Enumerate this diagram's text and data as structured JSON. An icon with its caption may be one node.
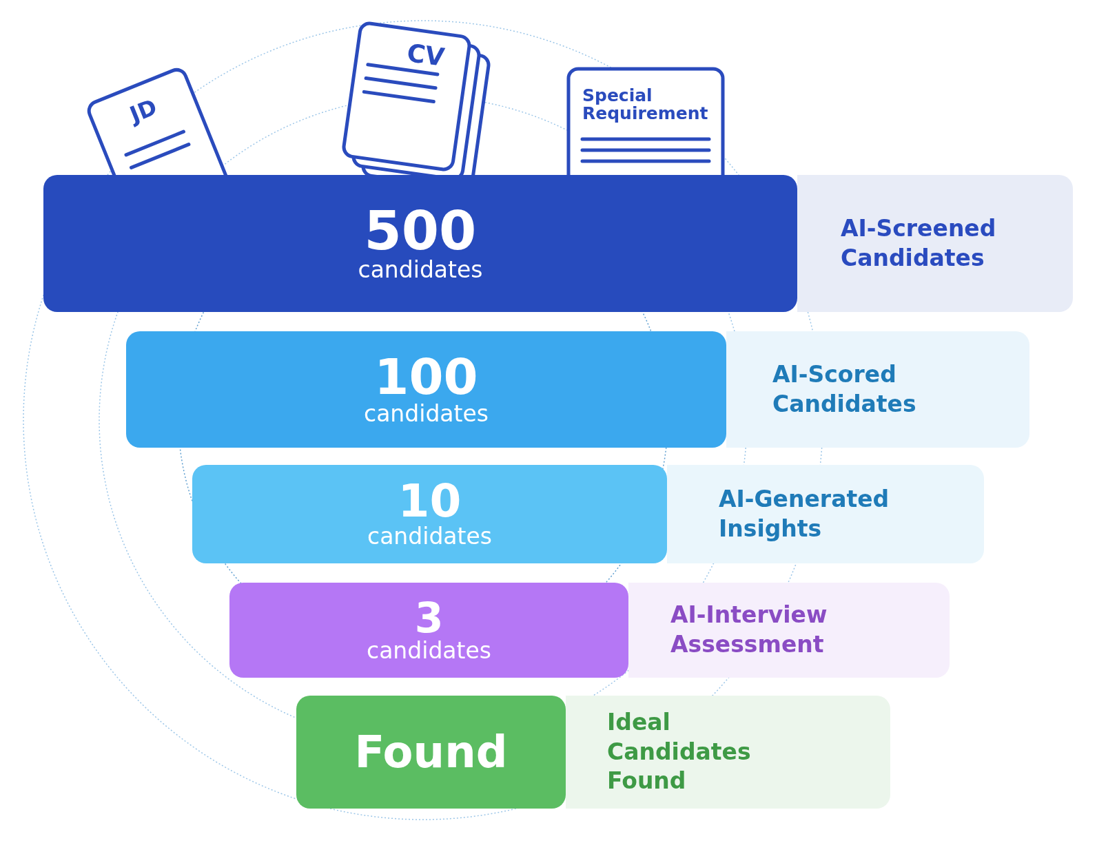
{
  "diagram": {
    "nodes": [
      {
        "text": [
          "JD"
        ]
      },
      {
        "text": [
          "CV"
        ]
      },
      {
        "text": [
          "Special Requirement"
        ]
      },
      {
        "text": [
          "500",
          "candidates"
        ]
      },
      {
        "text": [
          "AI-Screened Candidates"
        ]
      },
      {
        "text": [
          "100",
          "candidates"
        ]
      },
      {
        "text": [
          "AI-Scored Candidates"
        ]
      },
      {
        "text": [
          "10",
          "candidates"
        ]
      },
      {
        "text": [
          "AI-Generated Insights"
        ]
      },
      {
        "text": [
          "3",
          "candidates"
        ]
      },
      {
        "text": [
          "AI-Interview Assessment"
        ]
      },
      {
        "text": [
          "Found"
        ]
      },
      {
        "text": [
          "Ideal Candidates Found"
        ]
      }
    ]
  }
}
